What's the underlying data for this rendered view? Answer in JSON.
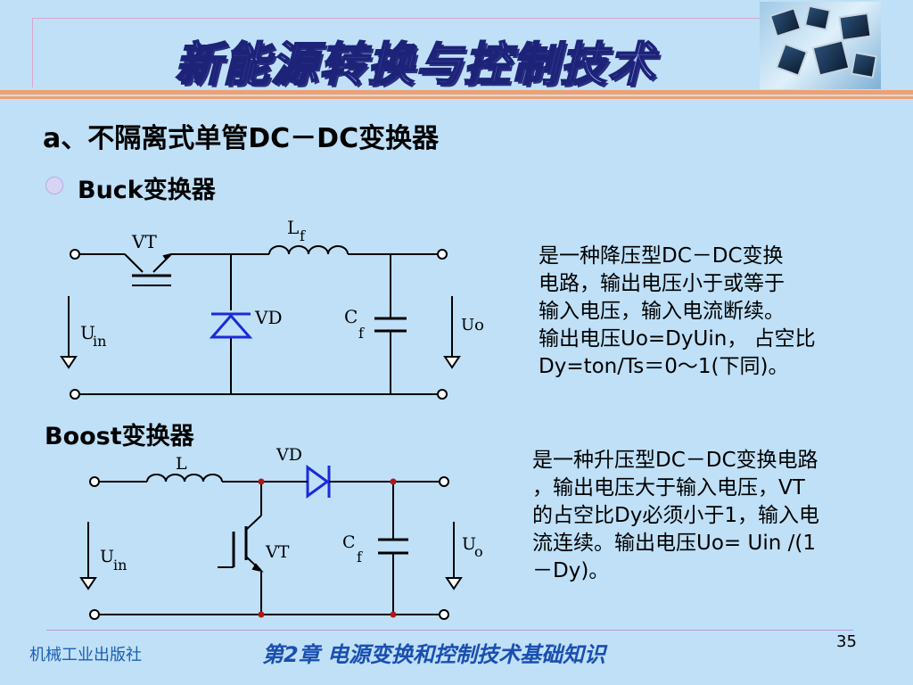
{
  "header": {
    "title": "新能源转换与控制技术",
    "image_icon": "electronic-components-photo"
  },
  "section": {
    "heading": "a、不隔离式单管DC－DC变换器"
  },
  "buck": {
    "heading": "Buck变换器",
    "labels": {
      "vt": "VT",
      "lf_main": "L",
      "lf_sub": "f",
      "vd": "VD",
      "cf_main": "C",
      "cf_sub": "f",
      "uin_main": "U",
      "uin_sub": "in",
      "uo": "Uo"
    },
    "description": [
      "是一种降压型DC－DC变换",
      "电路，输出电压小于或等于",
      "输入电压，输入电流断续。",
      "输出电压Uo=DyUin， 占空比",
      "Dy=ton/Ts＝0～1(下同)。"
    ]
  },
  "boost": {
    "heading": "Boost变换器",
    "labels": {
      "l": "L",
      "vd": "VD",
      "vt": "VT",
      "cf_main": "C",
      "cf_sub": "f",
      "uin_main": "U",
      "uin_sub": "in",
      "uo_main": "U",
      "uo_sub": "o"
    },
    "description": [
      "是一种升压型DC－DC变换电路",
      "，输出电压大于输入电压，VT",
      "的占空比Dy必须小于1，输入电",
      "流连续。输出电压Uo= Uin /(1",
      "－Dy)。"
    ]
  },
  "footer": {
    "publisher": "机械工业出版社",
    "chapter": "第2章  电源变换和控制技术基础知识",
    "page": "35"
  },
  "colors": {
    "background": "#bfe0f7",
    "accent_orange": "#f0a070",
    "diode_blue": "#1a2bd8",
    "junction_red": "#b01818"
  }
}
